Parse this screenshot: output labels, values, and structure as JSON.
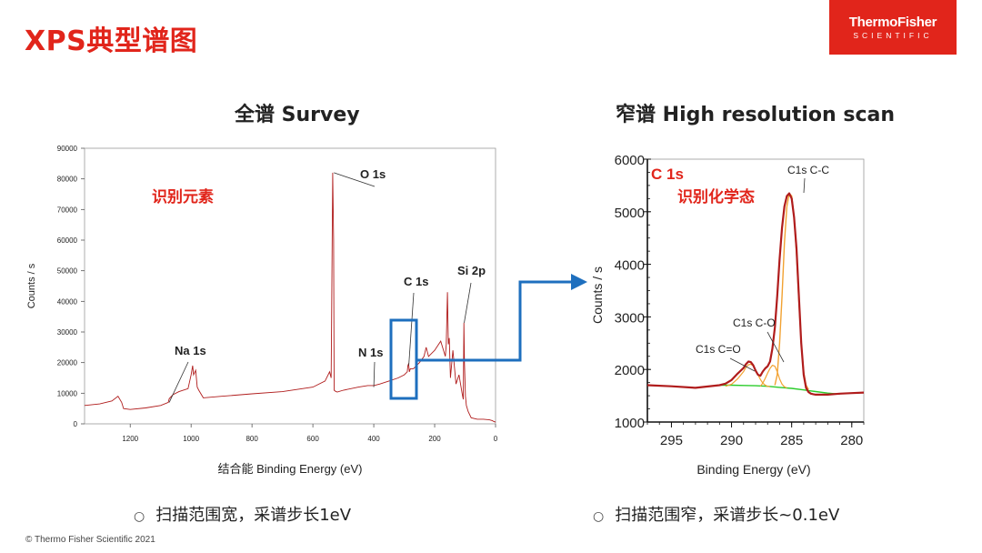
{
  "header": {
    "title": "XPS典型谱图",
    "logo_line1": "ThermoFisher",
    "logo_line2": "SCIENTIFIC"
  },
  "footer": {
    "copyright": "© Thermo  Fisher Scientific 2021"
  },
  "colors": {
    "brand_red": "#e1251b",
    "spectrum": "#b01c1c",
    "arrow_blue": "#1e6fbe",
    "fit_orange": "#f2a232",
    "background_green": "#2bcc2b"
  },
  "survey": {
    "panel_title": "全谱 Survey",
    "bullet": "扫描范围宽，采谱步长1eV",
    "chart_data": {
      "type": "line",
      "title": "",
      "xlabel": "结合能  Binding Energy (eV)",
      "ylabel": "Counts / s",
      "xlim": [
        1350,
        0
      ],
      "ylim": [
        0,
        90000
      ],
      "xticks": [
        1200,
        1000,
        800,
        600,
        400,
        200,
        0
      ],
      "yticks": [
        0,
        10000,
        20000,
        30000,
        40000,
        50000,
        60000,
        70000,
        80000,
        90000
      ],
      "annotation_text": "识别元素",
      "peaks": [
        {
          "label": "O 1s",
          "x": 531,
          "y": 82000
        },
        {
          "label": "C 1s",
          "x": 285,
          "y": 19000
        },
        {
          "label": "Si 2p",
          "x": 103,
          "y": 33000
        },
        {
          "label": "N 1s",
          "x": 400,
          "y": 12000
        },
        {
          "label": "Na 1s",
          "x": 1072,
          "y": 7000
        }
      ],
      "series": [
        {
          "x": [
            1350,
            1300,
            1260,
            1240,
            1228,
            1222,
            1200,
            1150,
            1100,
            1075,
            1072,
            1060,
            1040,
            1010,
            1000,
            995,
            992,
            985,
            980,
            975,
            960,
            900,
            800,
            700,
            600,
            560,
            545,
            540,
            535,
            532,
            530,
            528,
            525,
            520,
            500,
            450,
            420,
            400,
            380,
            350,
            320,
            300,
            290,
            288,
            286,
            285,
            283,
            280,
            270,
            250,
            235,
            228,
            220,
            200,
            180,
            165,
            162,
            158,
            155,
            152,
            148,
            140,
            130,
            120,
            110,
            106,
            104,
            102,
            99,
            96,
            90,
            80,
            60,
            40,
            20,
            10,
            5,
            0
          ],
          "y": [
            6000,
            6500,
            7500,
            9000,
            7000,
            5000,
            4700,
            5200,
            6000,
            7000,
            8200,
            9500,
            10500,
            11500,
            16000,
            19000,
            16000,
            17500,
            12000,
            11000,
            8500,
            9000,
            9800,
            10500,
            12000,
            14000,
            17000,
            15000,
            82000,
            60000,
            11000,
            10800,
            10600,
            10400,
            11000,
            12000,
            12500,
            12500,
            13000,
            14000,
            15000,
            16000,
            17000,
            19000,
            19500,
            19000,
            17000,
            18000,
            18000,
            20000,
            22000,
            25000,
            22000,
            24000,
            27000,
            22000,
            26000,
            43000,
            26000,
            28000,
            15000,
            24000,
            13000,
            16000,
            10000,
            8000,
            33000,
            20000,
            9000,
            6000,
            4000,
            2000,
            1500,
            1500,
            1300,
            1000,
            700,
            600
          ]
        }
      ]
    }
  },
  "hires": {
    "panel_title": "窄谱 High resolution scan",
    "bullet": "扫描范围窄，采谱步长~0.1eV",
    "chart_data": {
      "type": "line",
      "title": "",
      "xlabel": "Binding Energy (eV)",
      "ylabel": "Counts / s",
      "xlim": [
        297,
        279
      ],
      "ylim": [
        1000,
        6000
      ],
      "xticks": [
        295,
        290,
        285,
        280
      ],
      "yticks": [
        1000,
        2000,
        3000,
        4000,
        5000,
        6000
      ],
      "element_label": "C 1s",
      "annotation_text": "识别化学态",
      "component_labels": [
        {
          "label": "C1s  C-C",
          "x": 285.0
        },
        {
          "label": "C1s  C-O",
          "x": 286.5
        },
        {
          "label": "C1s  C=O",
          "x": 288.5
        }
      ],
      "series": [
        {
          "name": "",
          "x": [
            297,
            295,
            293,
            291,
            290.5,
            290,
            289.5,
            289,
            288.8,
            288.6,
            288.4,
            288.2,
            288,
            287.8,
            287.6,
            287.4,
            287.2,
            287,
            286.8,
            286.6,
            286.4,
            286.2,
            286,
            285.8,
            285.6,
            285.4,
            285.2,
            285,
            284.8,
            284.6,
            284.4,
            284.2,
            284,
            283.8,
            283.6,
            283.4,
            283.2,
            283,
            282,
            281,
            280,
            279
          ],
          "y": [
            1700,
            1680,
            1650,
            1700,
            1730,
            1800,
            1920,
            2030,
            2100,
            2150,
            2140,
            2080,
            1980,
            1900,
            1880,
            1960,
            2020,
            2060,
            2150,
            2400,
            2800,
            3400,
            4100,
            4700,
            5100,
            5300,
            5350,
            5250,
            4900,
            4300,
            3400,
            2500,
            1900,
            1650,
            1570,
            1540,
            1530,
            1520,
            1520,
            1540,
            1550,
            1560
          ]
        },
        {
          "name": "",
          "x": [
            290.5,
            290,
            289.5,
            289,
            288.8,
            288.6,
            288.4,
            288.2,
            288,
            287.8,
            287.6,
            287.4,
            287.2,
            287,
            286.8
          ],
          "y": [
            1680,
            1720,
            1820,
            1960,
            2040,
            2090,
            2100,
            2070,
            1990,
            1900,
            1810,
            1740,
            1700,
            1680,
            1670
          ]
        },
        {
          "name": "",
          "x": [
            287.6,
            287.4,
            287.2,
            287,
            286.8,
            286.6,
            286.4,
            286.2,
            286,
            285.8,
            285.6,
            285.4
          ],
          "y": [
            1680,
            1740,
            1830,
            1930,
            2020,
            2080,
            2060,
            1960,
            1820,
            1720,
            1670,
            1650
          ]
        },
        {
          "name": "",
          "x": [
            286.4,
            286.2,
            286,
            285.8,
            285.6,
            285.4,
            285.2,
            285,
            284.8,
            284.6,
            284.4,
            284.2,
            284,
            283.8,
            283.6
          ],
          "y": [
            1700,
            1900,
            2500,
            3400,
            4400,
            5100,
            5350,
            5300,
            4900,
            4200,
            3300,
            2500,
            1950,
            1700,
            1620
          ]
        },
        {
          "name": "",
          "x": [
            291,
            290,
            289,
            288,
            287,
            286,
            285,
            284,
            283,
            282,
            281
          ],
          "y": [
            1700,
            1700,
            1695,
            1690,
            1680,
            1660,
            1640,
            1610,
            1580,
            1550,
            1530
          ]
        }
      ]
    }
  }
}
